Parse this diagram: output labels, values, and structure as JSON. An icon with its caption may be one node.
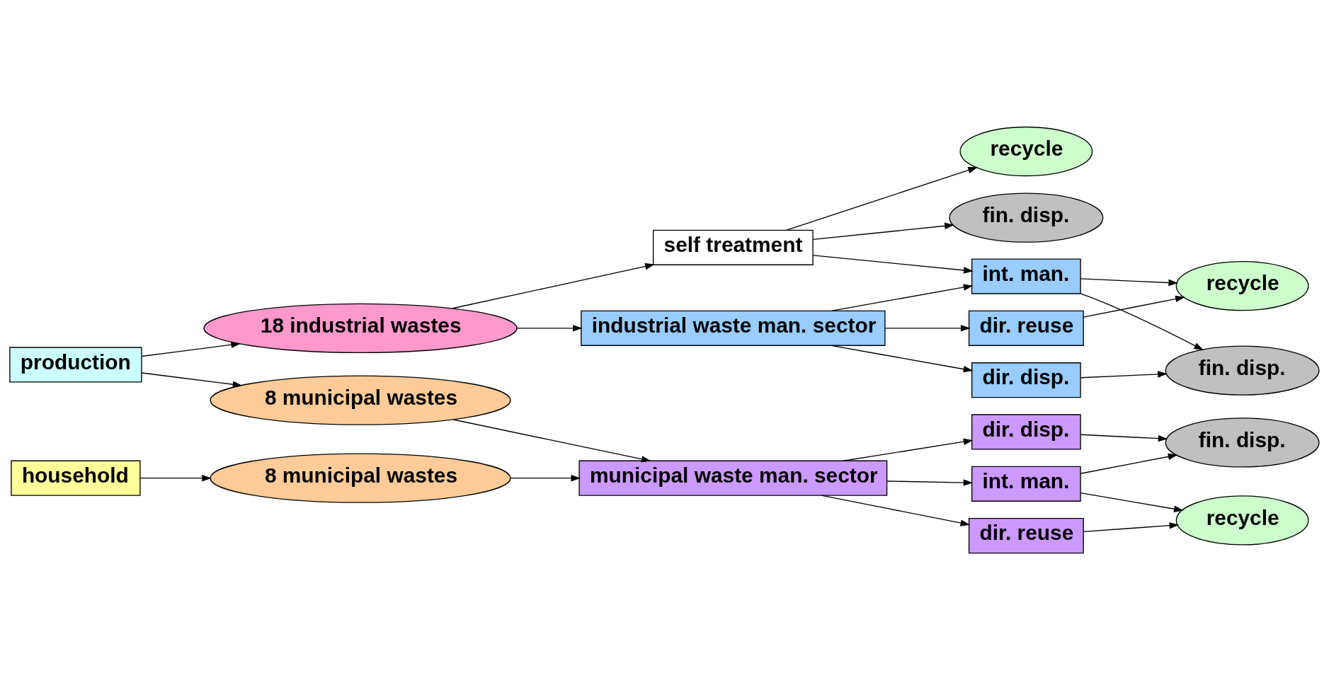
{
  "diagram": {
    "nodes": [
      {
        "text": [
          "production"
        ]
      },
      {
        "text": [
          "household"
        ]
      },
      {
        "text": [
          "18 industrial wastes"
        ]
      },
      {
        "text": [
          "8 municipal wastes"
        ]
      },
      {
        "text": [
          "8 municipal wastes"
        ]
      },
      {
        "text": [
          "self treatment"
        ]
      },
      {
        "text": [
          "industrial waste man. sector"
        ]
      },
      {
        "text": [
          "municipal waste man. sector"
        ]
      },
      {
        "text": [
          "recycle"
        ]
      },
      {
        "text": [
          "fin. disp."
        ]
      },
      {
        "text": [
          "int. man."
        ]
      },
      {
        "text": [
          "dir. reuse"
        ]
      },
      {
        "text": [
          "dir. disp."
        ]
      },
      {
        "text": [
          "recycle"
        ]
      },
      {
        "text": [
          "fin. disp."
        ]
      },
      {
        "text": [
          "int. man."
        ]
      },
      {
        "text": [
          "dir. reuse"
        ]
      },
      {
        "text": [
          "dir. disp."
        ]
      },
      {
        "text": [
          "recycle"
        ]
      },
      {
        "text": [
          "fin. disp."
        ]
      }
    ],
    "edges": [
      {
        "from": 0,
        "to": 2,
        "arrow": "to"
      },
      {
        "from": 0,
        "to": 3,
        "arrow": "to"
      },
      {
        "from": 1,
        "to": 4,
        "arrow": "to"
      },
      {
        "from": 2,
        "to": 5,
        "arrow": "to"
      },
      {
        "from": 2,
        "to": 6,
        "arrow": "to"
      },
      {
        "from": 3,
        "to": 7,
        "arrow": "to"
      },
      {
        "from": 4,
        "to": 7,
        "arrow": "to"
      },
      {
        "from": 5,
        "to": 8,
        "arrow": "to"
      },
      {
        "from": 5,
        "to": 9,
        "arrow": "to"
      },
      {
        "from": 5,
        "to": 10,
        "arrow": "to"
      },
      {
        "from": 6,
        "to": 10,
        "arrow": "to"
      },
      {
        "from": 6,
        "to": 11,
        "arrow": "to"
      },
      {
        "from": 6,
        "to": 12,
        "arrow": "to"
      },
      {
        "from": 10,
        "to": 13,
        "arrow": "to"
      },
      {
        "from": 10,
        "to": 14,
        "arrow": "to"
      },
      {
        "from": 11,
        "to": 13,
        "arrow": "to"
      },
      {
        "from": 12,
        "to": 14,
        "arrow": "to"
      },
      {
        "from": 7,
        "to": 15,
        "arrow": "to"
      },
      {
        "from": 7,
        "to": 16,
        "arrow": "to"
      },
      {
        "from": 7,
        "to": 17,
        "arrow": "to"
      },
      {
        "from": 15,
        "to": 18,
        "arrow": "to"
      },
      {
        "from": 15,
        "to": 19,
        "arrow": "to"
      },
      {
        "from": 16,
        "to": 18,
        "arrow": "to"
      },
      {
        "from": 17,
        "to": 19,
        "arrow": "to"
      }
    ]
  }
}
